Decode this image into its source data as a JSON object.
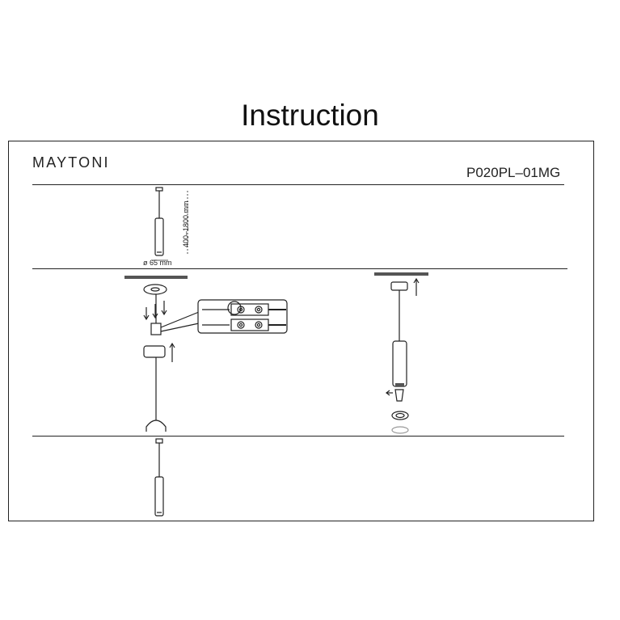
{
  "header": {
    "title": "Instruction",
    "brand": "MAYTONI",
    "model": "P020PL–01MG"
  },
  "dimensions": {
    "height_range": "400–1800 mm",
    "diameter": "ø 65 mm"
  },
  "icons": [
    "lamp-overview-icon",
    "ceiling-mount-icon",
    "terminal-block-icon",
    "lamp-assembly-icon",
    "lamp-final-icon"
  ],
  "colors": {
    "line": "#222222",
    "ceiling": "#555555"
  }
}
